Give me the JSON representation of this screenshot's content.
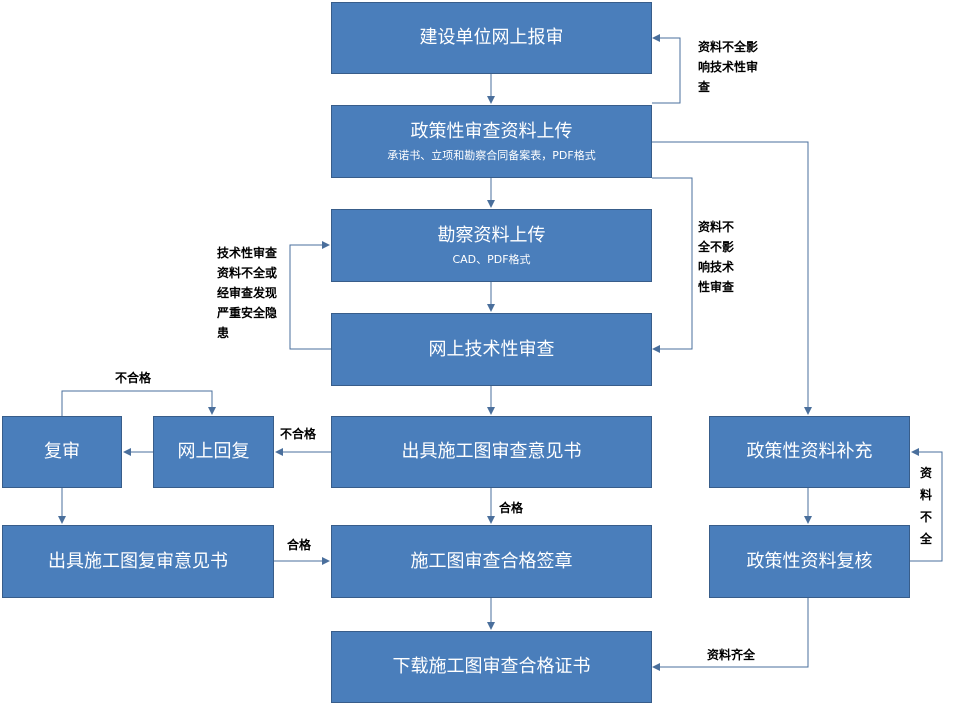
{
  "boxes": {
    "b1": {
      "title": "建设单位网上报审"
    },
    "b2": {
      "title": "政策性审查资料上传",
      "sub": "承诺书、立项和勘察合同备案表，PDF格式"
    },
    "b3": {
      "title": "勘察资料上传",
      "sub": "CAD、PDF格式"
    },
    "b4": {
      "title": "网上技术性审查"
    },
    "b5": {
      "title": "出具施工图审查意见书"
    },
    "b6": {
      "title": "施工图审查合格签章"
    },
    "b7": {
      "title": "下载施工图审查合格证书"
    },
    "b8": {
      "title": "网上回复"
    },
    "b9": {
      "title": "复审"
    },
    "b10": {
      "title": "出具施工图复审意见书"
    },
    "b11": {
      "title": "政策性资料补充"
    },
    "b12": {
      "title": "政策性资料复核"
    }
  },
  "labels": {
    "l1": [
      "资料不全影",
      "响技术性审",
      "查"
    ],
    "l2": [
      "资料不",
      "全不影",
      "响技术",
      "性审查"
    ],
    "l3": [
      "技术性审查",
      "资料不全或",
      "经审查发现",
      "严重安全隐",
      "患"
    ],
    "l4": "不合格",
    "l5": "不合格",
    "l6": "合格",
    "l7": "合格",
    "l8": [
      "资",
      "料",
      "不",
      "全"
    ],
    "l9": "资料齐全"
  },
  "colors": {
    "box_fill": "#4a7ebb",
    "box_border": "#385d8a",
    "line": "#4a6f9c",
    "text": "#ffffff"
  }
}
